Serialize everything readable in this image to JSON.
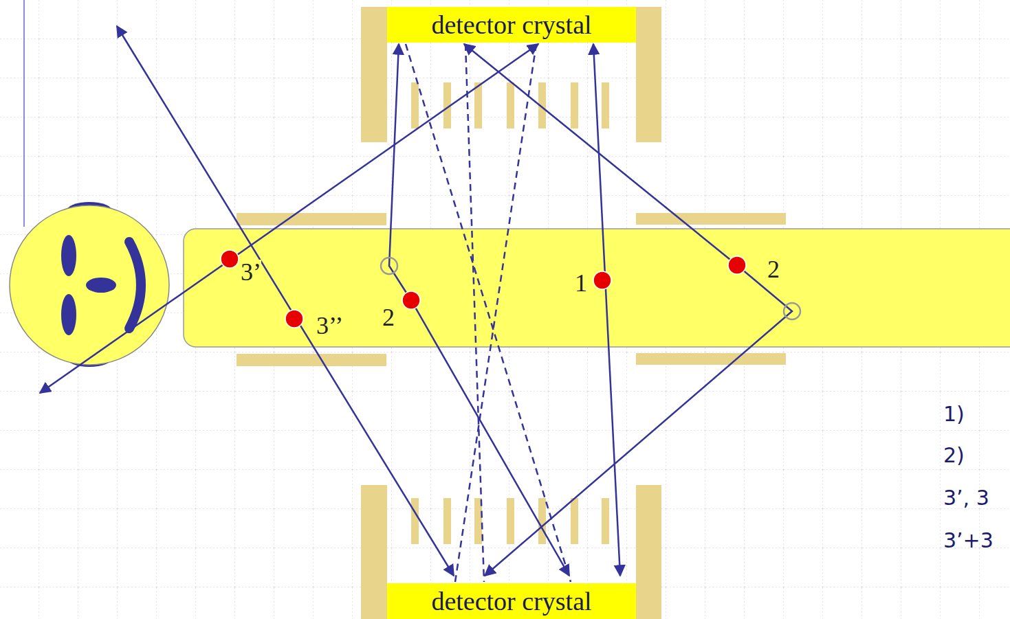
{
  "diagram": {
    "nodes": [
      {
        "text": [
          "detector crystal"
        ]
      },
      {
        "text": [
          "detector crystal"
        ]
      }
    ],
    "edges": [
      {
        "from": 0,
        "to": 1,
        "arrow": "none"
      },
      {
        "from": 0,
        "to": 1,
        "arrow": "none"
      },
      {
        "from": 0,
        "to": 1,
        "arrow": "none"
      }
    ],
    "labels": [
      "3’",
      "3’’",
      "2",
      "1",
      "2",
      "1)",
      "2)",
      "3’, 3",
      "3’+3"
    ]
  }
}
